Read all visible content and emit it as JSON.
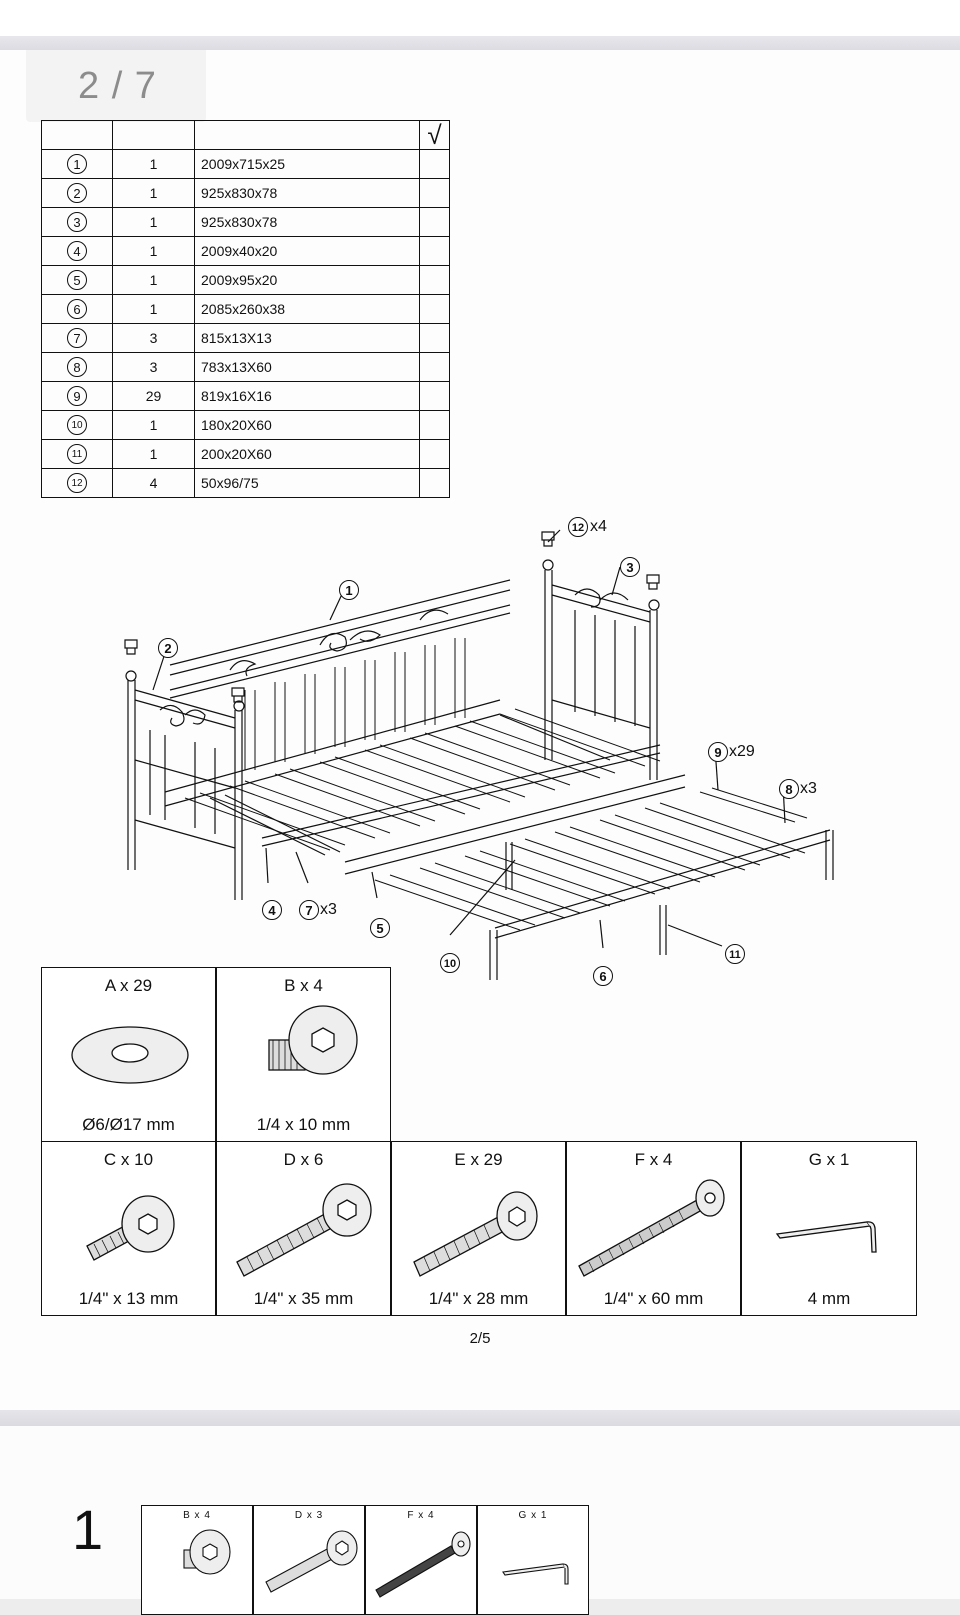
{
  "viewer": {
    "page_counter": "2 / 7",
    "footer_page": "2/5"
  },
  "parts_table": {
    "check_mark": "√",
    "rows": [
      {
        "num": "1",
        "qty": "1",
        "dim": "2009x715x25"
      },
      {
        "num": "2",
        "qty": "1",
        "dim": "925x830x78"
      },
      {
        "num": "3",
        "qty": "1",
        "dim": "925x830x78"
      },
      {
        "num": "4",
        "qty": "1",
        "dim": "2009x40x20"
      },
      {
        "num": "5",
        "qty": "1",
        "dim": "2009x95x20"
      },
      {
        "num": "6",
        "qty": "1",
        "dim": "2085x260x38"
      },
      {
        "num": "7",
        "qty": "3",
        "dim": "815x13X13"
      },
      {
        "num": "8",
        "qty": "3",
        "dim": "783x13X60"
      },
      {
        "num": "9",
        "qty": "29",
        "dim": "819x16X16"
      },
      {
        "num": "10",
        "qty": "1",
        "dim": "180x20X60"
      },
      {
        "num": "11",
        "qty": "1",
        "dim": "200x20X60"
      },
      {
        "num": "12",
        "qty": "4",
        "dim": "50x96/75"
      }
    ]
  },
  "diagram_callouts": {
    "c1": "1",
    "c2": "2",
    "c3": "3",
    "c4": "4",
    "c5": "5",
    "c6": "6",
    "c7": "7",
    "c7q": "x3",
    "c8": "8",
    "c8q": "x3",
    "c9": "9",
    "c9q": "x29",
    "c10": "10",
    "c11": "11",
    "c12": "12",
    "c12q": "x4"
  },
  "hardware": {
    "A": {
      "label": "A x 29",
      "size": "Ø6/Ø17 mm",
      "icon": "washer-icon"
    },
    "B": {
      "label": "B x 4",
      "size": "1/4 x 10 mm",
      "icon": "short-bolt-icon"
    },
    "C": {
      "label": "C x 10",
      "size": "1/4\" x 13 mm",
      "icon": "bolt-icon"
    },
    "D": {
      "label": "D x 6",
      "size": "1/4\" x 35 mm",
      "icon": "bolt-icon"
    },
    "E": {
      "label": "E x 29",
      "size": "1/4\" x 28 mm",
      "icon": "countersunk-bolt-icon"
    },
    "F": {
      "label": "F x 4",
      "size": "1/4\" x 60 mm",
      "icon": "long-bolt-icon"
    },
    "G": {
      "label": "G x 1",
      "size": "4 mm",
      "icon": "allen-key-icon"
    }
  },
  "step": {
    "number": "1",
    "items": [
      {
        "label": "B x 4"
      },
      {
        "label": "D x 3"
      },
      {
        "label": "F x 4"
      },
      {
        "label": "G x 1"
      }
    ]
  }
}
